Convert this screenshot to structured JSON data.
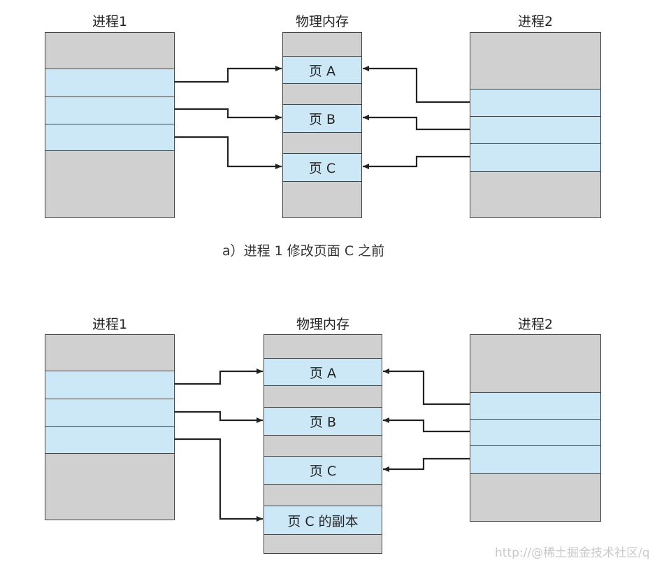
{
  "top": {
    "process1_title": "进程1",
    "memory_title": "物理内存",
    "process2_title": "进程2",
    "pages": [
      "页 A",
      "页 B",
      "页 C"
    ],
    "caption": "a）进程 1 修改页面 C 之前"
  },
  "bottom": {
    "process1_title": "进程1",
    "memory_title": "物理内存",
    "process2_title": "进程2",
    "pages": [
      "页 A",
      "页 B",
      "页 C",
      "页 C 的副本"
    ]
  },
  "watermark": "http://@稀土掘金技术社区/q",
  "colors": {
    "gray": "#d0d0d0",
    "blue": "#cce8f6",
    "line": "#222222"
  }
}
